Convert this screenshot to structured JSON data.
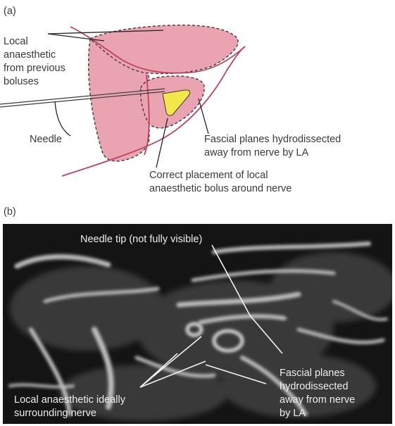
{
  "panel_a": {
    "label": "(a)",
    "local_anaesthetic_lines": [
      "Local",
      "anaesthetic",
      "from previous",
      "boluses"
    ],
    "needle": "Needle",
    "fascial_planes_lines": [
      "Fascial planes hydrodissected",
      "away from nerve by LA"
    ],
    "correct_placement_lines": [
      "Correct placement of local",
      "anaesthetic bolus around nerve"
    ]
  },
  "panel_b": {
    "label": "(b)",
    "needle_tip": "Needle tip (not fully visible)",
    "la_lines": [
      "Local anaesthetic ideally",
      "surrounding nerve"
    ],
    "fascial_lines": [
      "Fascial planes",
      "hydrodissected",
      "away from nerve",
      "by LA"
    ]
  },
  "colors": {
    "bolus_fill": "#e9a3b1",
    "outline": "#c0415d",
    "nerve": "#f2e64a",
    "ultrasound_bg": "#141414"
  }
}
